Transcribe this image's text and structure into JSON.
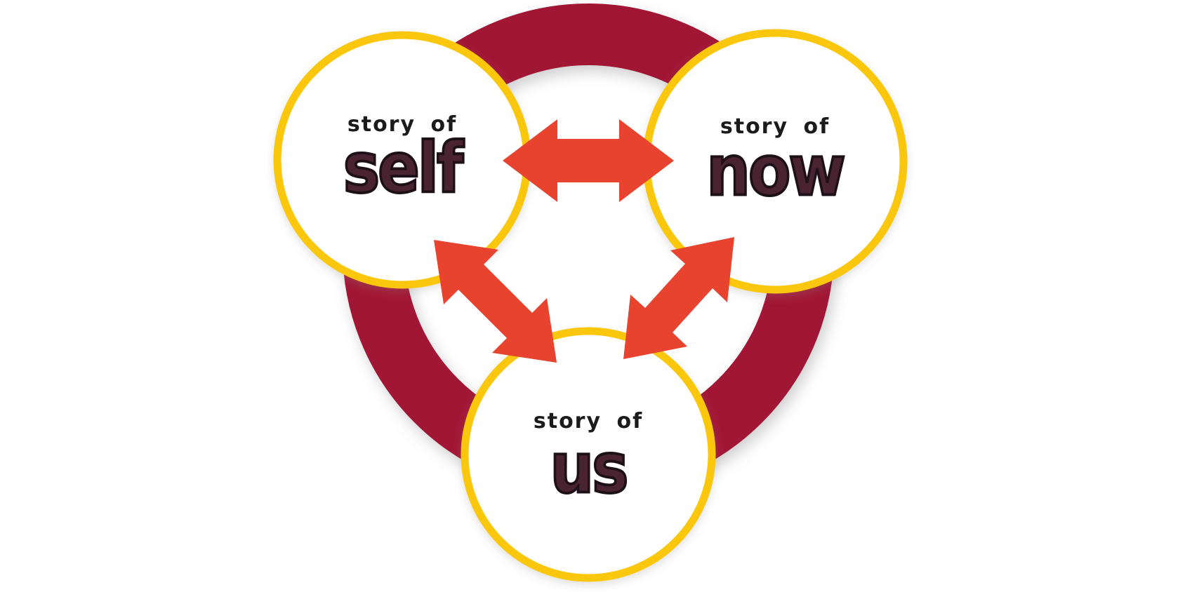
{
  "diagram": {
    "type": "relationship-diagram",
    "nodes": [
      {
        "id": "self",
        "prefix": "story of",
        "word": "self"
      },
      {
        "id": "now",
        "prefix": "story of",
        "word": "now"
      },
      {
        "id": "us",
        "prefix": "story of",
        "word": "us"
      }
    ],
    "connections": [
      {
        "from": "self",
        "to": "now",
        "bidirectional": true
      },
      {
        "from": "self",
        "to": "us",
        "bidirectional": true
      },
      {
        "from": "now",
        "to": "us",
        "bidirectional": true
      }
    ]
  },
  "colors": {
    "background": "#ffffff",
    "ring": "#a21936",
    "circle_border": "#fbc70d",
    "arrow": "#e8432e",
    "word": "#4a2331",
    "word_outline": "#1d1016",
    "label": "#1b1b1b"
  }
}
